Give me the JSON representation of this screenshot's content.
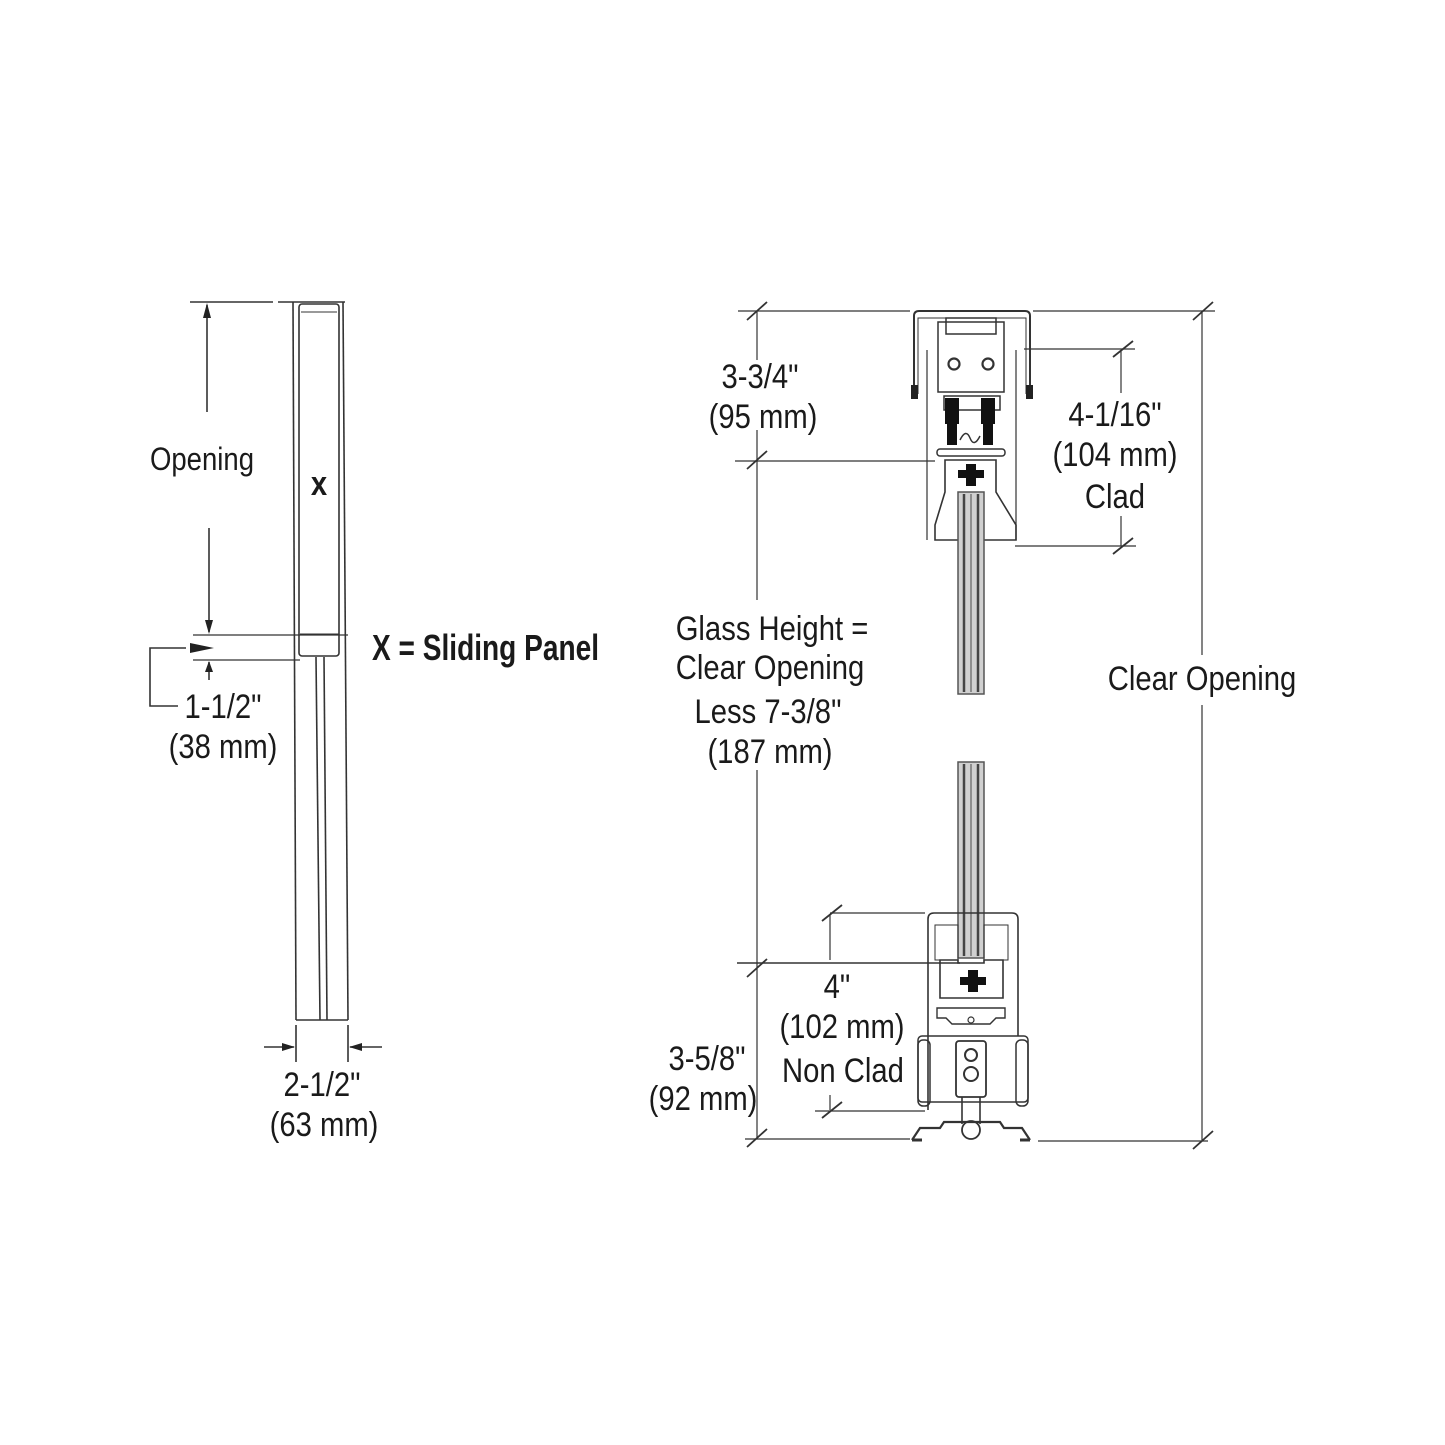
{
  "diagram": {
    "type": "technical-dimension-drawing",
    "colors": {
      "line": "#333333",
      "text": "#1a1a1a",
      "glass": "#7a7a7a",
      "background": "#ffffff"
    },
    "left_view": {
      "opening_label": "Opening",
      "panel_marker": "x",
      "legend": "X = Sliding Panel",
      "overlap_dim": {
        "imperial": "1-1/2\"",
        "metric": "(38 mm)"
      },
      "width_dim": {
        "imperial": "2-1/2\"",
        "metric": "(63 mm)"
      }
    },
    "right_view": {
      "top_track_dim": {
        "imperial": "3-3/4\"",
        "metric": "(95 mm)"
      },
      "clad_dim": {
        "imperial": "4-1/16\"",
        "metric": "(104 mm)",
        "note": "Clad"
      },
      "glass_height": {
        "line1": "Glass Height =",
        "line2": "Clear Opening",
        "line3": "Less 7-3/8\"",
        "line4": "(187 mm)"
      },
      "clear_opening_label": "Clear Opening",
      "non_clad_dim": {
        "imperial": "4\"",
        "metric": "(102 mm)",
        "note": "Non Clad"
      },
      "bottom_track_dim": {
        "imperial": "3-5/8\"",
        "metric": "(92 mm)"
      }
    }
  }
}
